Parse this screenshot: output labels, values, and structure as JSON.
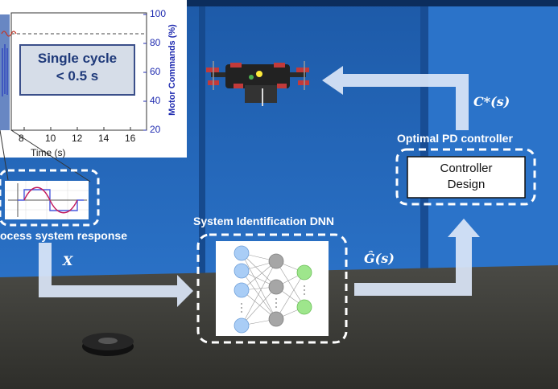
{
  "plot": {
    "xlabel": "Time (s)",
    "ylabel": "Motor Commands (%)",
    "xticks": [
      "8",
      "10",
      "12",
      "14",
      "16"
    ],
    "yticks": [
      "100",
      "80",
      "60",
      "40",
      "20"
    ],
    "callout_line1": "Single cycle",
    "callout_line2": "< 0.5 s"
  },
  "labels": {
    "process": "ocess system response",
    "sysid": "System Identification DNN",
    "optimal": "Optimal PD controller",
    "controller_line1": "Controller",
    "controller_line2": "Design",
    "x_var": "X",
    "g_var": "Ĝ(s)",
    "c_var": "C*(s)"
  },
  "colors": {
    "sky": "#1f5fb3",
    "floor": "#3a3a36",
    "arrow": "#dbe6f7",
    "node_input": "#a9cdf6",
    "node_hidden": "#a6a6a6",
    "node_output": "#9ee68c",
    "plot_signal": "#2a3fbf",
    "callout_fill": "#d6dde8",
    "callout_border": "#3b4f8a"
  },
  "icons": {
    "quadcopter": "quadcopter-drone-icon",
    "neural_net": "neural-network-icon",
    "waveform": "square-sine-wave-icon",
    "weight": "weight-plate-icon"
  }
}
